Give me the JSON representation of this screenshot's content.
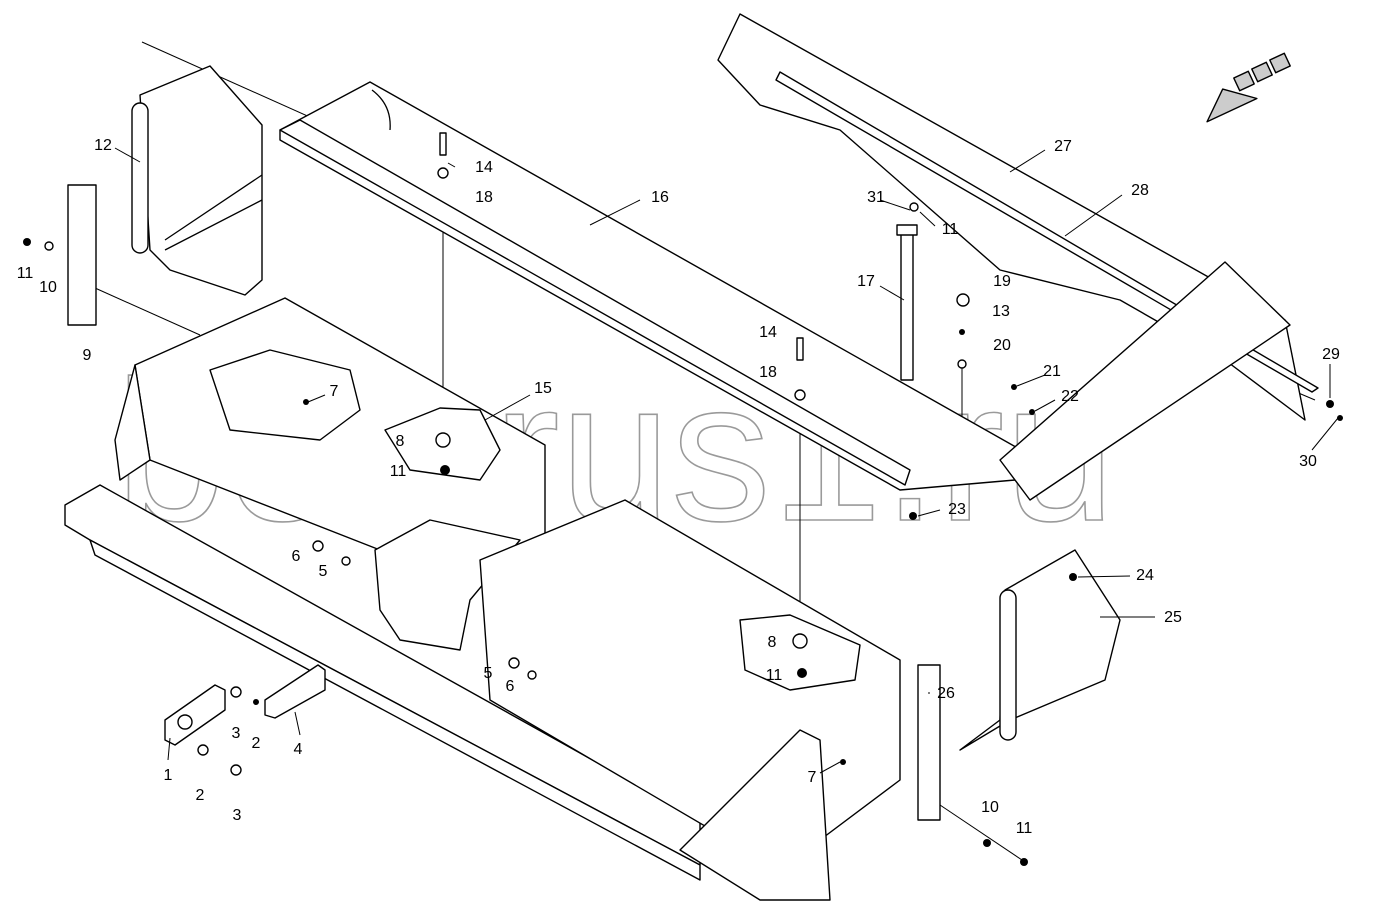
{
  "diagram": {
    "title": "",
    "watermark": "belarus1.ru",
    "direction_arrow_icon": "travel-direction-arrow",
    "callouts": [
      "12",
      "11",
      "10",
      "9",
      "14",
      "18",
      "16",
      "27",
      "28",
      "31",
      "11",
      "17",
      "19",
      "13",
      "20",
      "21",
      "22",
      "29",
      "30",
      "7",
      "15",
      "8",
      "11",
      "14",
      "18",
      "23",
      "24",
      "25",
      "6",
      "5",
      "26",
      "8",
      "11",
      "5",
      "6",
      "3",
      "2",
      "4",
      "1",
      "2",
      "3",
      "7",
      "10",
      "11"
    ]
  }
}
